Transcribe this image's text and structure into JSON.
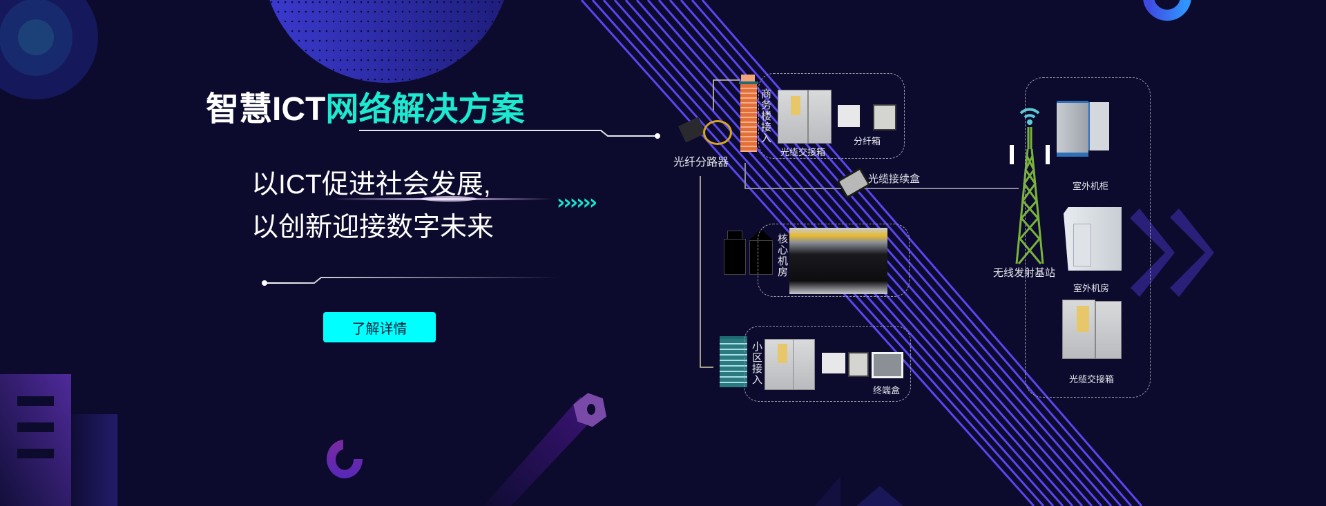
{
  "hero": {
    "title_white": "智慧ICT",
    "title_accent": "网络解决方案",
    "subtitle_line1": "以ICT促进社会发展,",
    "subtitle_line2": "以创新迎接数字未来",
    "chevrons": "››››››",
    "cta_label": "了解详情"
  },
  "diagram": {
    "splitter_label": "光纤分路器",
    "business_access": {
      "label": "商务楼接入",
      "items": [
        "光缆交接箱",
        "分纤箱"
      ]
    },
    "splice_box_label": "光缆接续盒",
    "core_room": {
      "label": "核心机房"
    },
    "residential_access": {
      "label": "小区接入",
      "items": [
        "终端盒"
      ]
    },
    "base_station_label": "无线发射基站",
    "wireless_group": {
      "items": [
        "室外机柜",
        "室外机房",
        "光缆交接箱"
      ]
    }
  },
  "colors": {
    "background": "#0c0b2e",
    "accent_cyan": "#1de9d0",
    "button": "#00ffff",
    "stripe": "#5b45f0"
  }
}
